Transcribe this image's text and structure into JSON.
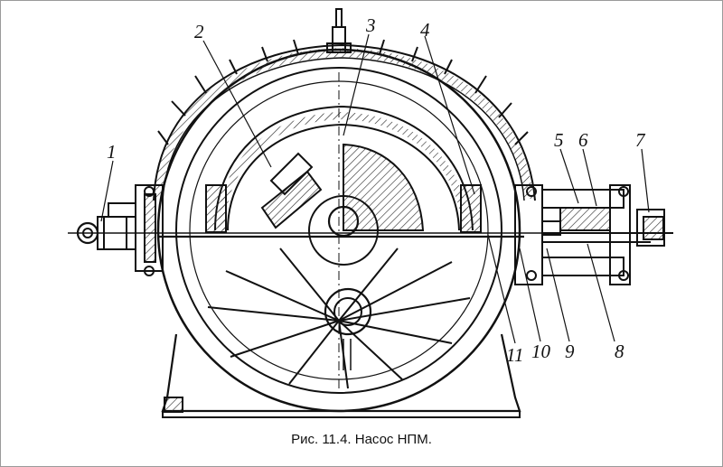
{
  "figure": {
    "caption": "Рис. 11.4. Насос НПМ.",
    "callouts": [
      "1",
      "2",
      "3",
      "4",
      "5",
      "6",
      "7",
      "8",
      "9",
      "10",
      "11"
    ]
  }
}
